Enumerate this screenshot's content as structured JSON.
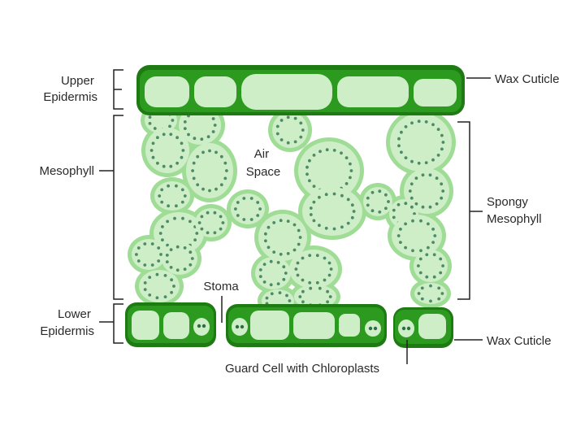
{
  "labels": {
    "upper_epidermis": [
      "Upper",
      "Epidermis"
    ],
    "mesophyll": "Mesophyll",
    "lower_epidermis": [
      "Lower",
      "Epidermis"
    ],
    "wax_cuticle_top": "Wax Cuticle",
    "spongy_mesophyll": [
      "Spongy",
      "Mesophyll"
    ],
    "wax_cuticle_bottom": "Wax Cuticle",
    "air_space": [
      "Air",
      "Space"
    ],
    "stoma": "Stoma",
    "guard_cell": "Guard Cell with Chloroplasts"
  },
  "colors": {
    "cuticle": "#1e7a12",
    "epidermis_wall": "#2c9a1f",
    "cell_fill": "#cdeec7",
    "cell_wall": "#9fdc95",
    "chloroplast": "#4d8a66",
    "leader": "#222222"
  }
}
